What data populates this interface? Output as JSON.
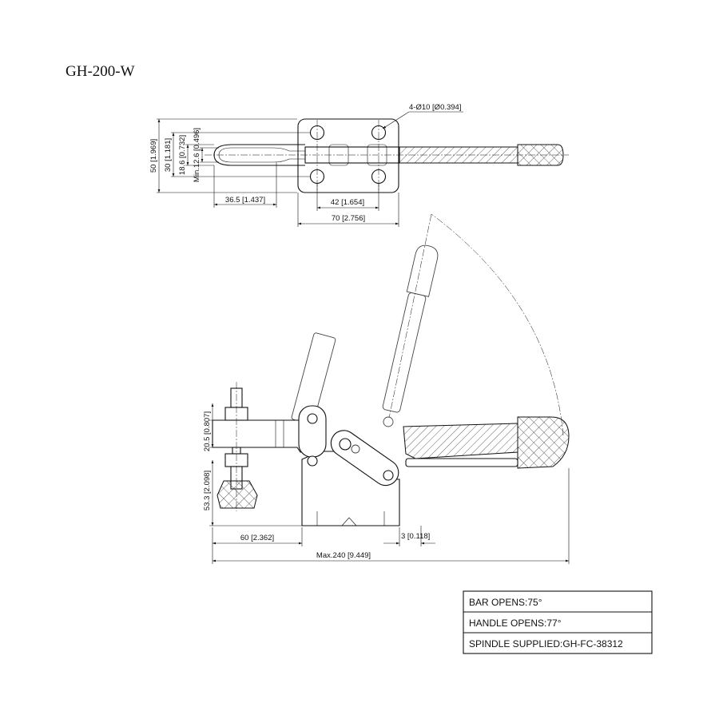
{
  "model": "GH-200-W",
  "top_view": {
    "hole_callout": "4-Ø10 [Ø0.394]",
    "dims": {
      "height_50": "50 [1.969]",
      "height_30": "30 [1.181]",
      "height_18_6": "18.6 [0.732]",
      "min_12_6": "Min.12.6 [0.496]",
      "len_36_5": "36.5 [1.437]",
      "len_42": "42 [1.654]",
      "len_70": "70 [2.756]"
    }
  },
  "side_view": {
    "dims": {
      "h_20_5": "20.5 [0.807]",
      "h_53_3": "53.3 [2.098]",
      "len_60": "60 [2.362]",
      "t_3": "3 [0.118]",
      "max_240": "Max.240 [9.449]"
    }
  },
  "spec_table": {
    "rows": [
      "BAR OPENS:75°",
      "HANDLE OPENS:77°",
      "SPINDLE SUPPLIED:GH-FC-38312"
    ]
  }
}
